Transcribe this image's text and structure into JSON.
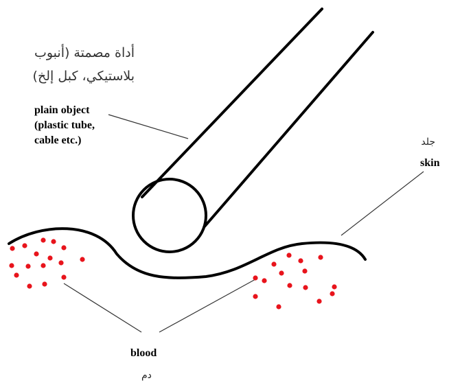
{
  "labels": {
    "object_ar_line1": "أداة مصمتة (أنبوب",
    "object_ar_line2": "بلاستيكي، كبل إلخ)",
    "object_en_line1": "plain object",
    "object_en_line2": "(plastic tube,",
    "object_en_line3": "cable etc.)",
    "skin_ar": "جلد",
    "skin_en": "skin",
    "blood_en": "blood",
    "blood_ar": "دم"
  },
  "colors": {
    "stroke": "#000000",
    "blood_dot": "#e8141c",
    "leader": "#333333",
    "background": "#ffffff"
  }
}
